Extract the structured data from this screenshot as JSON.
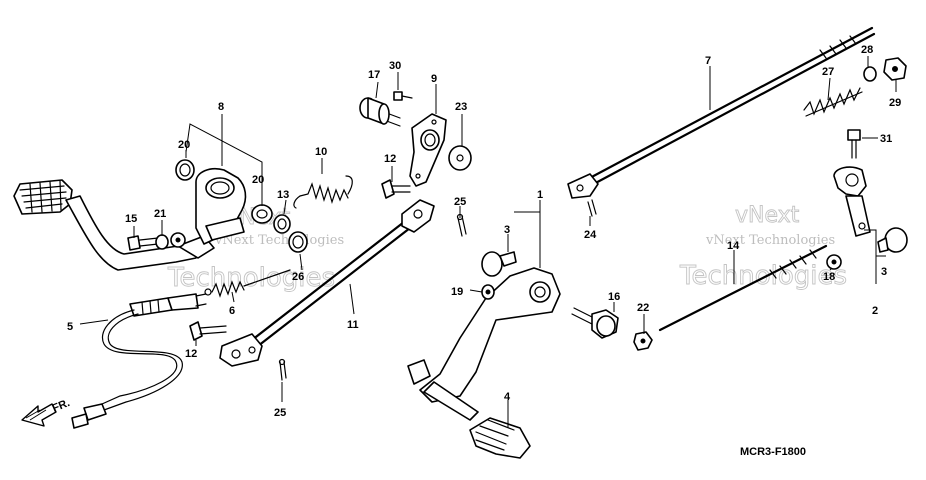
{
  "diagram": {
    "code_label": "MCR3-F1800",
    "direction_label": "FR.",
    "watermarks": [
      {
        "line1": "vNext",
        "line2": "Technologies",
        "small": "vNext Technologies"
      },
      {
        "line1": "vNext",
        "line2": "Technologies",
        "small": "vNext Technologies"
      }
    ],
    "callouts": [
      "1",
      "2",
      "3",
      "3",
      "4",
      "5",
      "6",
      "7",
      "8",
      "9",
      "10",
      "11",
      "12",
      "12",
      "13",
      "14",
      "15",
      "16",
      "17",
      "18",
      "19",
      "20",
      "20",
      "21",
      "22",
      "23",
      "24",
      "25",
      "25",
      "26",
      "27",
      "28",
      "29",
      "30",
      "31"
    ]
  }
}
